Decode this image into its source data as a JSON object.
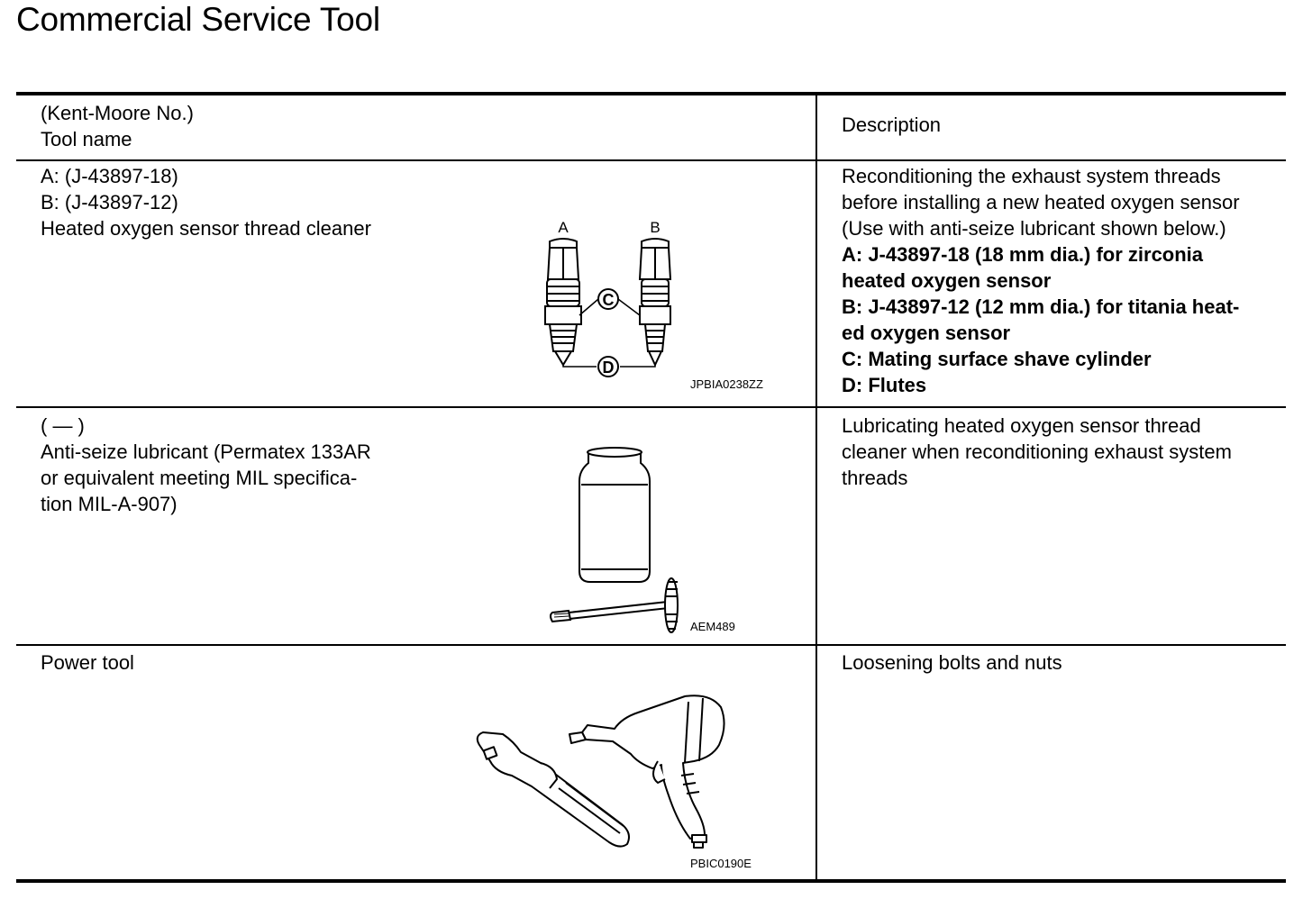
{
  "title": "Commercial Service Tool",
  "header": {
    "col1_line1": "(Kent-Moore No.)",
    "col1_line2": "Tool name",
    "col2": "Description"
  },
  "rows": [
    {
      "tool_lines": [
        "A: (J-43897-18)",
        "B: (J-43897-12)",
        "Heated oxygen sensor thread cleaner"
      ],
      "figure": {
        "code": "JPBIA0238ZZ",
        "label_a": "A",
        "label_b": "B",
        "label_c": "C",
        "label_d": "D"
      },
      "desc_lines": [
        "Reconditioning the exhaust system threads",
        "before installing a new heated oxygen sensor",
        "(Use with anti-seize lubricant shown below.)"
      ],
      "desc_bold_lines": [
        "A: J-43897-18 (18 mm dia.) for zirconia",
        "heated oxygen sensor",
        "B: J-43897-12 (12 mm dia.) for titania heat-",
        "ed oxygen sensor",
        "C: Mating surface shave cylinder",
        "D: Flutes"
      ]
    },
    {
      "tool_lines": [
        "(    —    )",
        "Anti-seize lubricant (Permatex 133AR",
        "or equivalent meeting MIL specifica-",
        "tion MIL-A-907)"
      ],
      "figure": {
        "code": "AEM489"
      },
      "desc_lines": [
        "Lubricating heated oxygen sensor thread",
        "cleaner when reconditioning exhaust system",
        "threads"
      ]
    },
    {
      "tool_lines": [
        "Power tool"
      ],
      "figure": {
        "code": "PBIC0190E"
      },
      "desc_lines": [
        "Loosening bolts and nuts"
      ]
    }
  ]
}
